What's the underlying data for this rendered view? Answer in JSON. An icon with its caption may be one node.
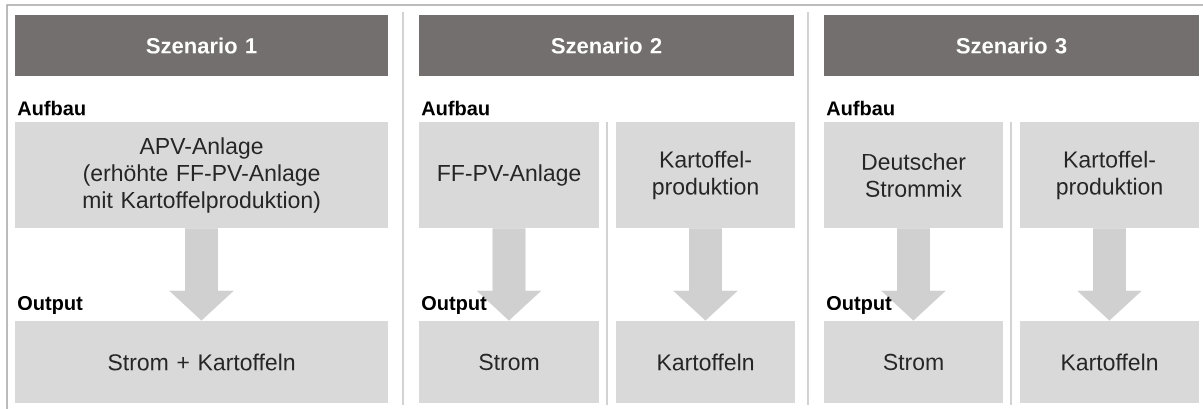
{
  "diagram": {
    "nodes": [
      {
        "text": [
          "Szenario 1"
        ]
      },
      {
        "text": [
          "APV-Anlage",
          "(erhöhte FF-PV-Anlage mit Kartoffelproduktion)"
        ]
      },
      {
        "text": [
          "Strom + Kartoffeln"
        ]
      },
      {
        "text": [
          "Szenario 2"
        ]
      },
      {
        "text": [
          "FF-PV-Anlage"
        ]
      },
      {
        "text": [
          "Kartoffel- produktion"
        ]
      },
      {
        "text": [
          "Strom"
        ]
      },
      {
        "text": [
          "Kartoffeln"
        ]
      },
      {
        "text": [
          "Szenario 3"
        ]
      },
      {
        "text": [
          "Deutscher Strommix"
        ]
      },
      {
        "text": [
          "Kartoffel- produktion"
        ]
      },
      {
        "text": [
          "Strom"
        ]
      },
      {
        "text": [
          "Kartoffeln"
        ]
      }
    ],
    "edges": [
      {
        "from": 1,
        "to": 2,
        "arrow": "to"
      },
      {
        "from": 4,
        "to": 6,
        "arrow": "to"
      },
      {
        "from": 5,
        "to": 7,
        "arrow": "to"
      },
      {
        "from": 9,
        "to": 11,
        "arrow": "to"
      },
      {
        "from": 10,
        "to": 12,
        "arrow": "to"
      }
    ],
    "labels": [
      "Aufbau",
      "Aufbau",
      "Aufbau",
      "Output",
      "Output",
      "Output"
    ]
  }
}
